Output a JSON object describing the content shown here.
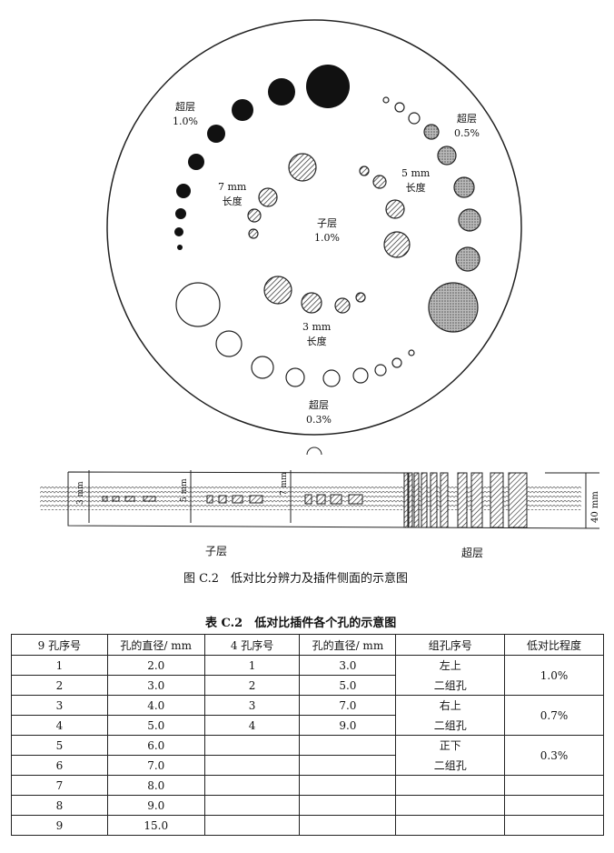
{
  "figure": {
    "labels": {
      "super_1_0": {
        "title": "超层",
        "value": "1.0%"
      },
      "super_0_5": {
        "title": "超层",
        "value": "0.5%"
      },
      "super_0_3": {
        "title": "超层",
        "value": "0.3%"
      },
      "sub_1_0": {
        "title": "子层",
        "value": "1.0%"
      },
      "len7": {
        "size": "7 mm",
        "text": "长度"
      },
      "len5": {
        "size": "5 mm",
        "text": "长度"
      },
      "len3": {
        "size": "3 mm",
        "text": "长度"
      }
    },
    "side": {
      "dim3": "3 mm",
      "dim5": "5 mm",
      "dim7": "7 mm",
      "dim40": "40 mm",
      "sub_label": "子层",
      "super_label": "超层"
    },
    "caption": "图 C.2　低对比分辨力及插件侧面的示意图"
  },
  "table": {
    "title": "表 C.2　低对比插件各个孔的示意图",
    "headers": [
      "9 孔序号",
      "孔的直径/ mm",
      "4 孔序号",
      "孔的直径/ mm",
      "组孔序号",
      "低对比程度"
    ],
    "nine_hole": [
      {
        "no": "1",
        "d": "2.0"
      },
      {
        "no": "2",
        "d": "3.0"
      },
      {
        "no": "3",
        "d": "4.0"
      },
      {
        "no": "4",
        "d": "5.0"
      },
      {
        "no": "5",
        "d": "6.0"
      },
      {
        "no": "6",
        "d": "7.0"
      },
      {
        "no": "7",
        "d": "8.0"
      },
      {
        "no": "8",
        "d": "9.0"
      },
      {
        "no": "9",
        "d": "15.0"
      }
    ],
    "four_hole": [
      {
        "no": "1",
        "d": "3.0"
      },
      {
        "no": "2",
        "d": "5.0"
      },
      {
        "no": "3",
        "d": "7.0"
      },
      {
        "no": "4",
        "d": "9.0"
      }
    ],
    "groups": [
      {
        "pos": "左上",
        "name": "二组孔",
        "contrast": "1.0%"
      },
      {
        "pos": "右上",
        "name": "二组孔",
        "contrast": "0.7%"
      },
      {
        "pos": "正下",
        "name": "二组孔",
        "contrast": "0.3%"
      }
    ]
  }
}
